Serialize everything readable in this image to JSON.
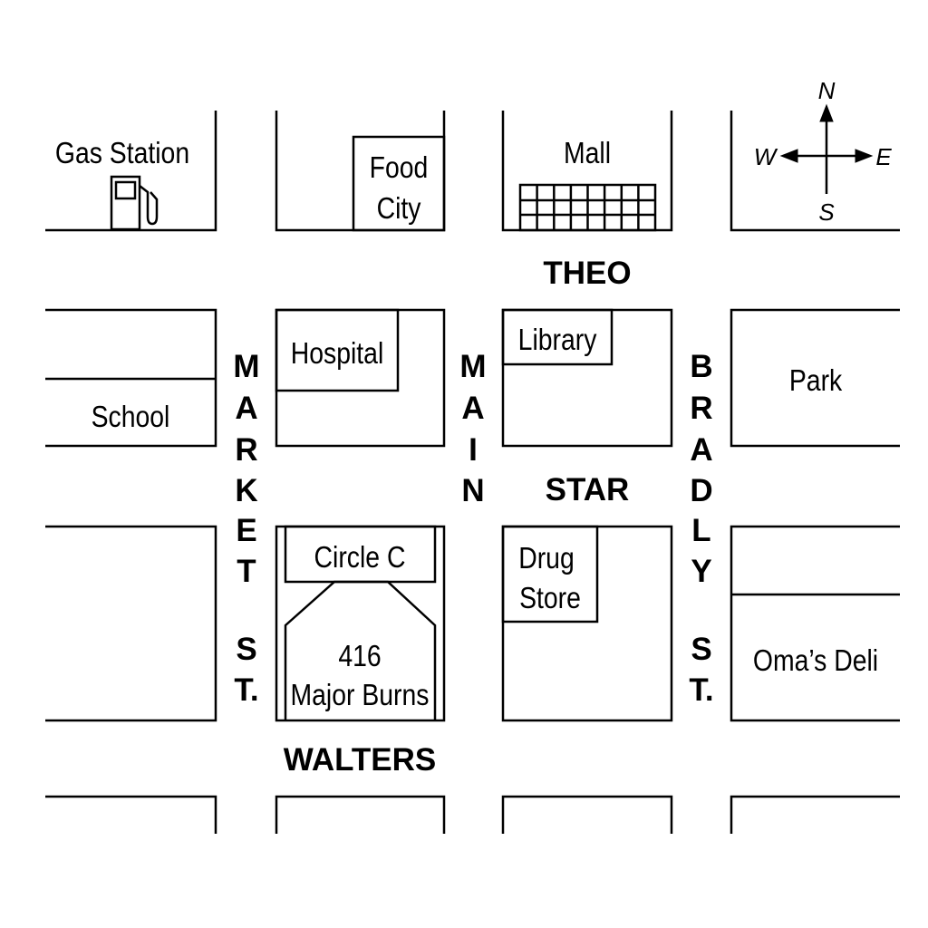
{
  "places": {
    "gas_station": "Gas Station",
    "food_city_1": "Food",
    "food_city_2": "City",
    "mall": "Mall",
    "hospital": "Hospital",
    "library": "Library",
    "school": "School",
    "park": "Park",
    "circle_c": "Circle C",
    "major_burns_number": "416",
    "major_burns_name": "Major Burns",
    "drug_store_1": "Drug",
    "drug_store_2": "Store",
    "omas_deli": "Oma’s Deli"
  },
  "streets": {
    "theo": "THEO",
    "star": "STAR",
    "walters": "WALTERS",
    "market": [
      "M",
      "A",
      "R",
      "K",
      "E",
      "T",
      "S",
      "T."
    ],
    "main": [
      "M",
      "A",
      "I",
      "N"
    ],
    "bradly": [
      "B",
      "R",
      "A",
      "D",
      "L",
      "Y",
      "S",
      "T."
    ]
  },
  "compass": {
    "north": "N",
    "south": "S",
    "east": "E",
    "west": "W"
  },
  "icons": [
    "gas-pump-icon",
    "mall-building-icon",
    "compass-rose-icon"
  ]
}
